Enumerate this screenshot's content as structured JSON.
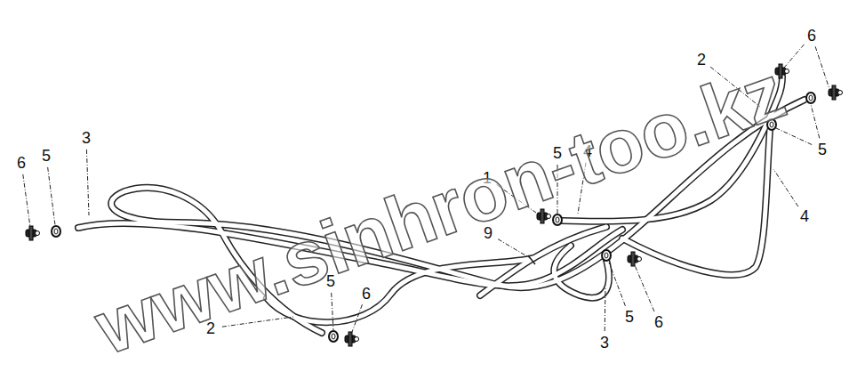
{
  "diagram": {
    "labels": [
      "6",
      "2",
      "5",
      "6",
      "5",
      "3",
      "1",
      "5",
      "4",
      "4",
      "9",
      "5",
      "6",
      "5",
      "6",
      "2",
      "3",
      "www.sinhron-too.kz"
    ]
  }
}
